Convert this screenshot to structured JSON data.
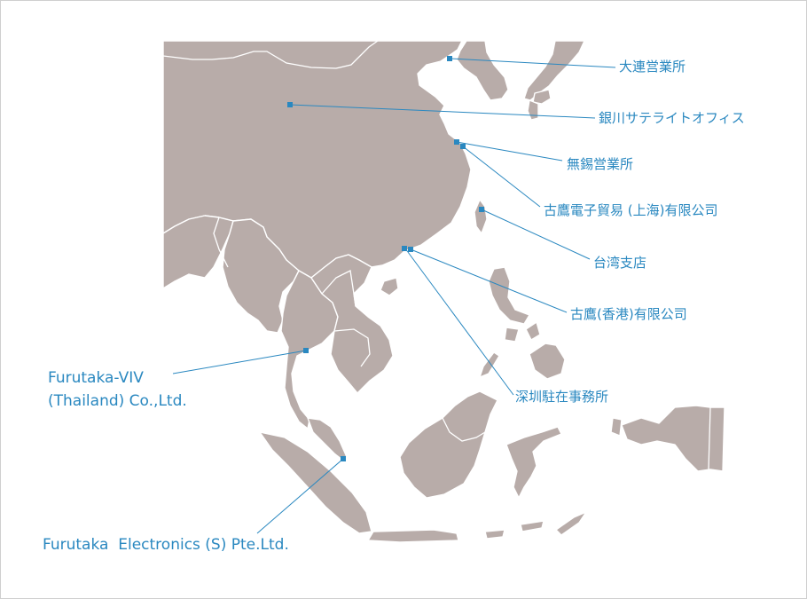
{
  "map": {
    "line_color": "#2a88c0",
    "land_color": "#b8aca9"
  },
  "offices": {
    "dalian": "大連営業所",
    "yinchuan": "銀川サテライトオフィス",
    "wuxi": "無錫営業所",
    "shanghai": "古鷹電子貿易 (上海)有限公司",
    "taiwan": "台湾支店",
    "hongkong": "古鷹(香港)有限公司",
    "shenzhen": "深圳駐在事務所",
    "thailand_line1": "Furutaka-VIV",
    "thailand_line2": "(Thailand) Co.,Ltd.",
    "singapore": "Furutaka  Electronics (S) Pte.Ltd."
  }
}
